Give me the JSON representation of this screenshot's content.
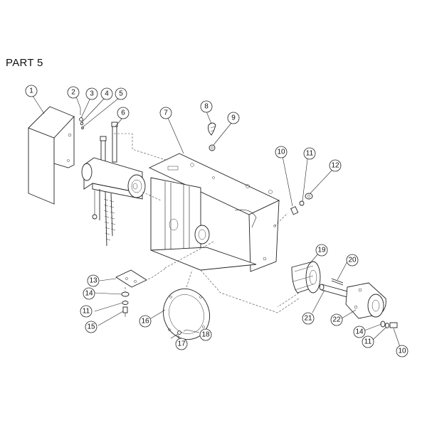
{
  "title": "PART 5",
  "callouts": [
    {
      "id": "c1",
      "label": "1"
    },
    {
      "id": "c2",
      "label": "2"
    },
    {
      "id": "c3",
      "label": "3"
    },
    {
      "id": "c4",
      "label": "4"
    },
    {
      "id": "c5",
      "label": "5"
    },
    {
      "id": "c6",
      "label": "6"
    },
    {
      "id": "c7",
      "label": "7"
    },
    {
      "id": "c8",
      "label": "8"
    },
    {
      "id": "c9",
      "label": "9"
    },
    {
      "id": "c10a",
      "label": "10"
    },
    {
      "id": "c11a",
      "label": "11"
    },
    {
      "id": "c12",
      "label": "12"
    },
    {
      "id": "c13",
      "label": "13"
    },
    {
      "id": "c14a",
      "label": "14"
    },
    {
      "id": "c11b",
      "label": "11"
    },
    {
      "id": "c15",
      "label": "15"
    },
    {
      "id": "c16",
      "label": "16"
    },
    {
      "id": "c17",
      "label": "17"
    },
    {
      "id": "c18",
      "label": "18"
    },
    {
      "id": "c19",
      "label": "19"
    },
    {
      "id": "c20",
      "label": "20"
    },
    {
      "id": "c21",
      "label": "21"
    },
    {
      "id": "c22",
      "label": "22"
    },
    {
      "id": "c14b",
      "label": "14"
    },
    {
      "id": "c11c",
      "label": "11"
    },
    {
      "id": "c10b",
      "label": "10"
    }
  ]
}
